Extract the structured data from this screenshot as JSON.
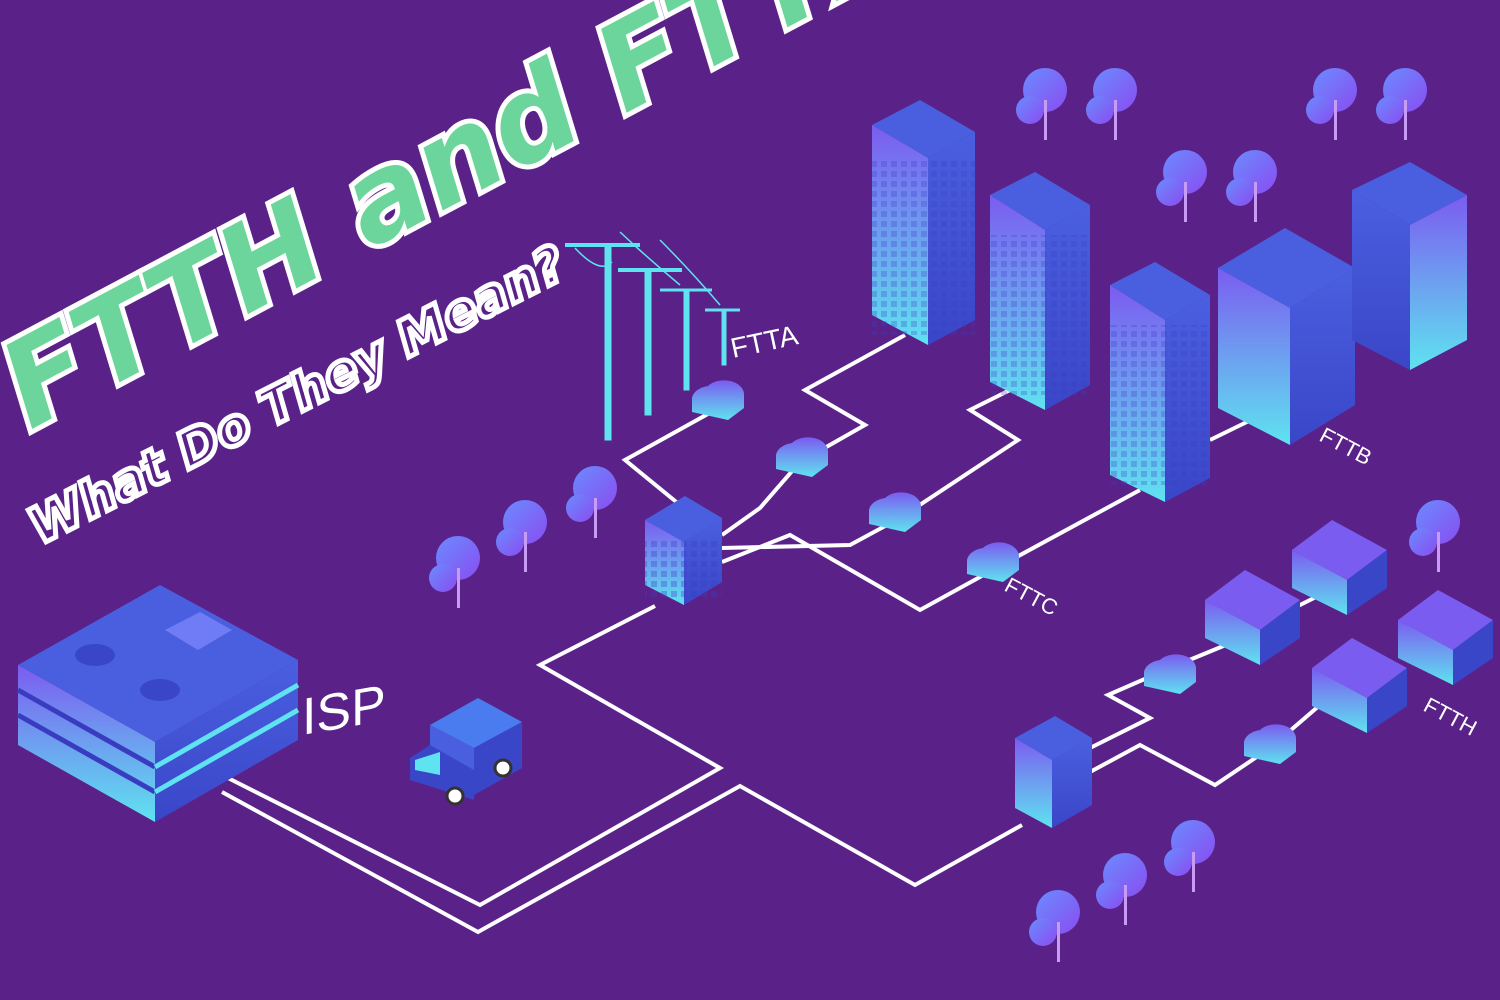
{
  "title": "FTTH and FTTx",
  "subtitle": "What Do They Mean?",
  "labels": {
    "isp": "ISP",
    "ftta": "FTTA",
    "fttb": "FTTB",
    "fttc": "FTTC",
    "ftth": "FTTH"
  },
  "colors": {
    "background": "#5a2288",
    "title_green": "#6bd59b",
    "cable": "#ffffff",
    "building_cyan": "#5fe3f0",
    "building_blue": "#4a5fe0",
    "tree_violet": "#7a6af5"
  }
}
